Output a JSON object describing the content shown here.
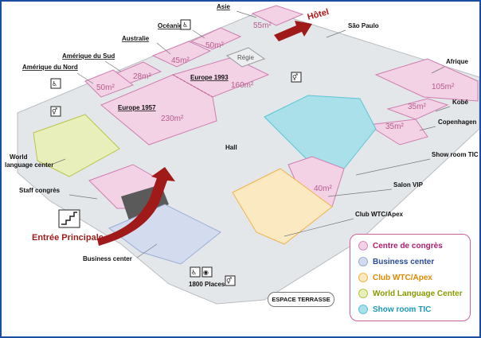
{
  "plan": {
    "labels": {
      "asie": "Asie",
      "oceanie": "Océanie",
      "australie": "Australie",
      "amerique_sud": "Amérique du Sud",
      "amerique_nord": "Amérique du Nord",
      "europe_1993": "Europe 1993",
      "europe_1957": "Europe 1957",
      "regie": "Régie",
      "hall": "Hall",
      "world_language_center": "World\nlanguage center",
      "staff_congres": "Staff congrès",
      "business_center": "Business center",
      "places": "1800 Places",
      "sao_paulo": "São Paulo",
      "afrique": "Afrique",
      "kobe": "Kobé",
      "copenhagen": "Copenhagen",
      "show_room_tic": "Show room TIC",
      "salon_vip": "Salon VIP",
      "club_wtc_apex": "Club WTC/Apex",
      "hotel": "Hôtel",
      "entree_principale": "Entrée Principale",
      "espace_terrasse": "ESPACE TERRASSE"
    },
    "areas": {
      "asie": "55m²",
      "oceanie": "50m²",
      "australie": "45m²",
      "amerique_sud": "28m²",
      "amerique_nord": "50m²",
      "europe_1993": "160m²",
      "europe_1957": "230m²",
      "afrique": "105m²",
      "kobe": "35m²",
      "copenhagen": "35m²",
      "salon_vip": "40m²"
    }
  },
  "legend": {
    "items": [
      {
        "label": "Centre de congrès",
        "color": "#d98cc0",
        "text_color": "#b0206e"
      },
      {
        "label": "Business center",
        "color": "#9aaed6",
        "text_color": "#2a4a9a"
      },
      {
        "label": "Club WTC/Apex",
        "color": "#f2b24a",
        "text_color": "#e08a00"
      },
      {
        "label": "World Language Center",
        "color": "#b9c54a",
        "text_color": "#8a9a00"
      },
      {
        "label": "Show room TIC",
        "color": "#5cc3d8",
        "text_color": "#1a9ab8"
      }
    ]
  },
  "colors": {
    "congres_fill": "#f3d2e6",
    "congres_stroke": "#cf7db0",
    "business_fill": "#d3dcef",
    "club_fill": "#fbe9c2",
    "wlc_fill": "#e9efba",
    "showroom_fill": "#a9e0ea",
    "floor": "#e4e7ea",
    "frame": "#1a4fa0"
  }
}
